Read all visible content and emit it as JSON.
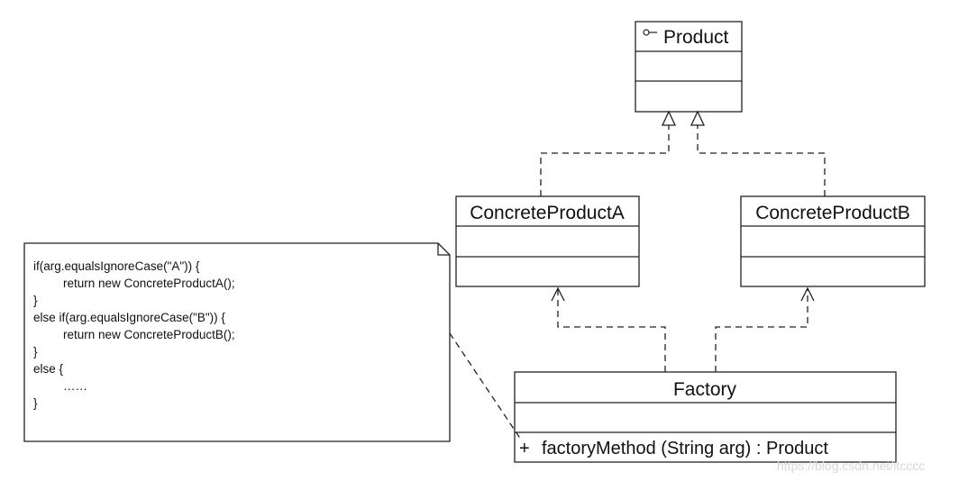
{
  "classes": {
    "product": {
      "name": "Product",
      "stereotype_icon": "interface-lollipop-icon"
    },
    "concrete_a": {
      "name": "ConcreteProductA"
    },
    "concrete_b": {
      "name": "ConcreteProductB"
    },
    "factory": {
      "name": "Factory",
      "operation_visibility": "+",
      "operation": "factoryMethod (String arg)  : Product"
    }
  },
  "note": {
    "lines": [
      "if(arg.equalsIgnoreCase(\"A\")) {",
      "return new ConcreteProductA();",
      "}",
      "else if(arg.equalsIgnoreCase(\"B\")) {",
      "return new ConcreteProductB();",
      "}",
      "else {",
      "……",
      "}"
    ]
  },
  "relations": [
    {
      "from": "ConcreteProductA",
      "to": "Product",
      "kind": "realization"
    },
    {
      "from": "ConcreteProductB",
      "to": "Product",
      "kind": "realization"
    },
    {
      "from": "Factory",
      "to": "ConcreteProductA",
      "kind": "dependency"
    },
    {
      "from": "Factory",
      "to": "ConcreteProductB",
      "kind": "dependency"
    }
  ],
  "watermark": "https://blog.csdn.net/itcccc"
}
